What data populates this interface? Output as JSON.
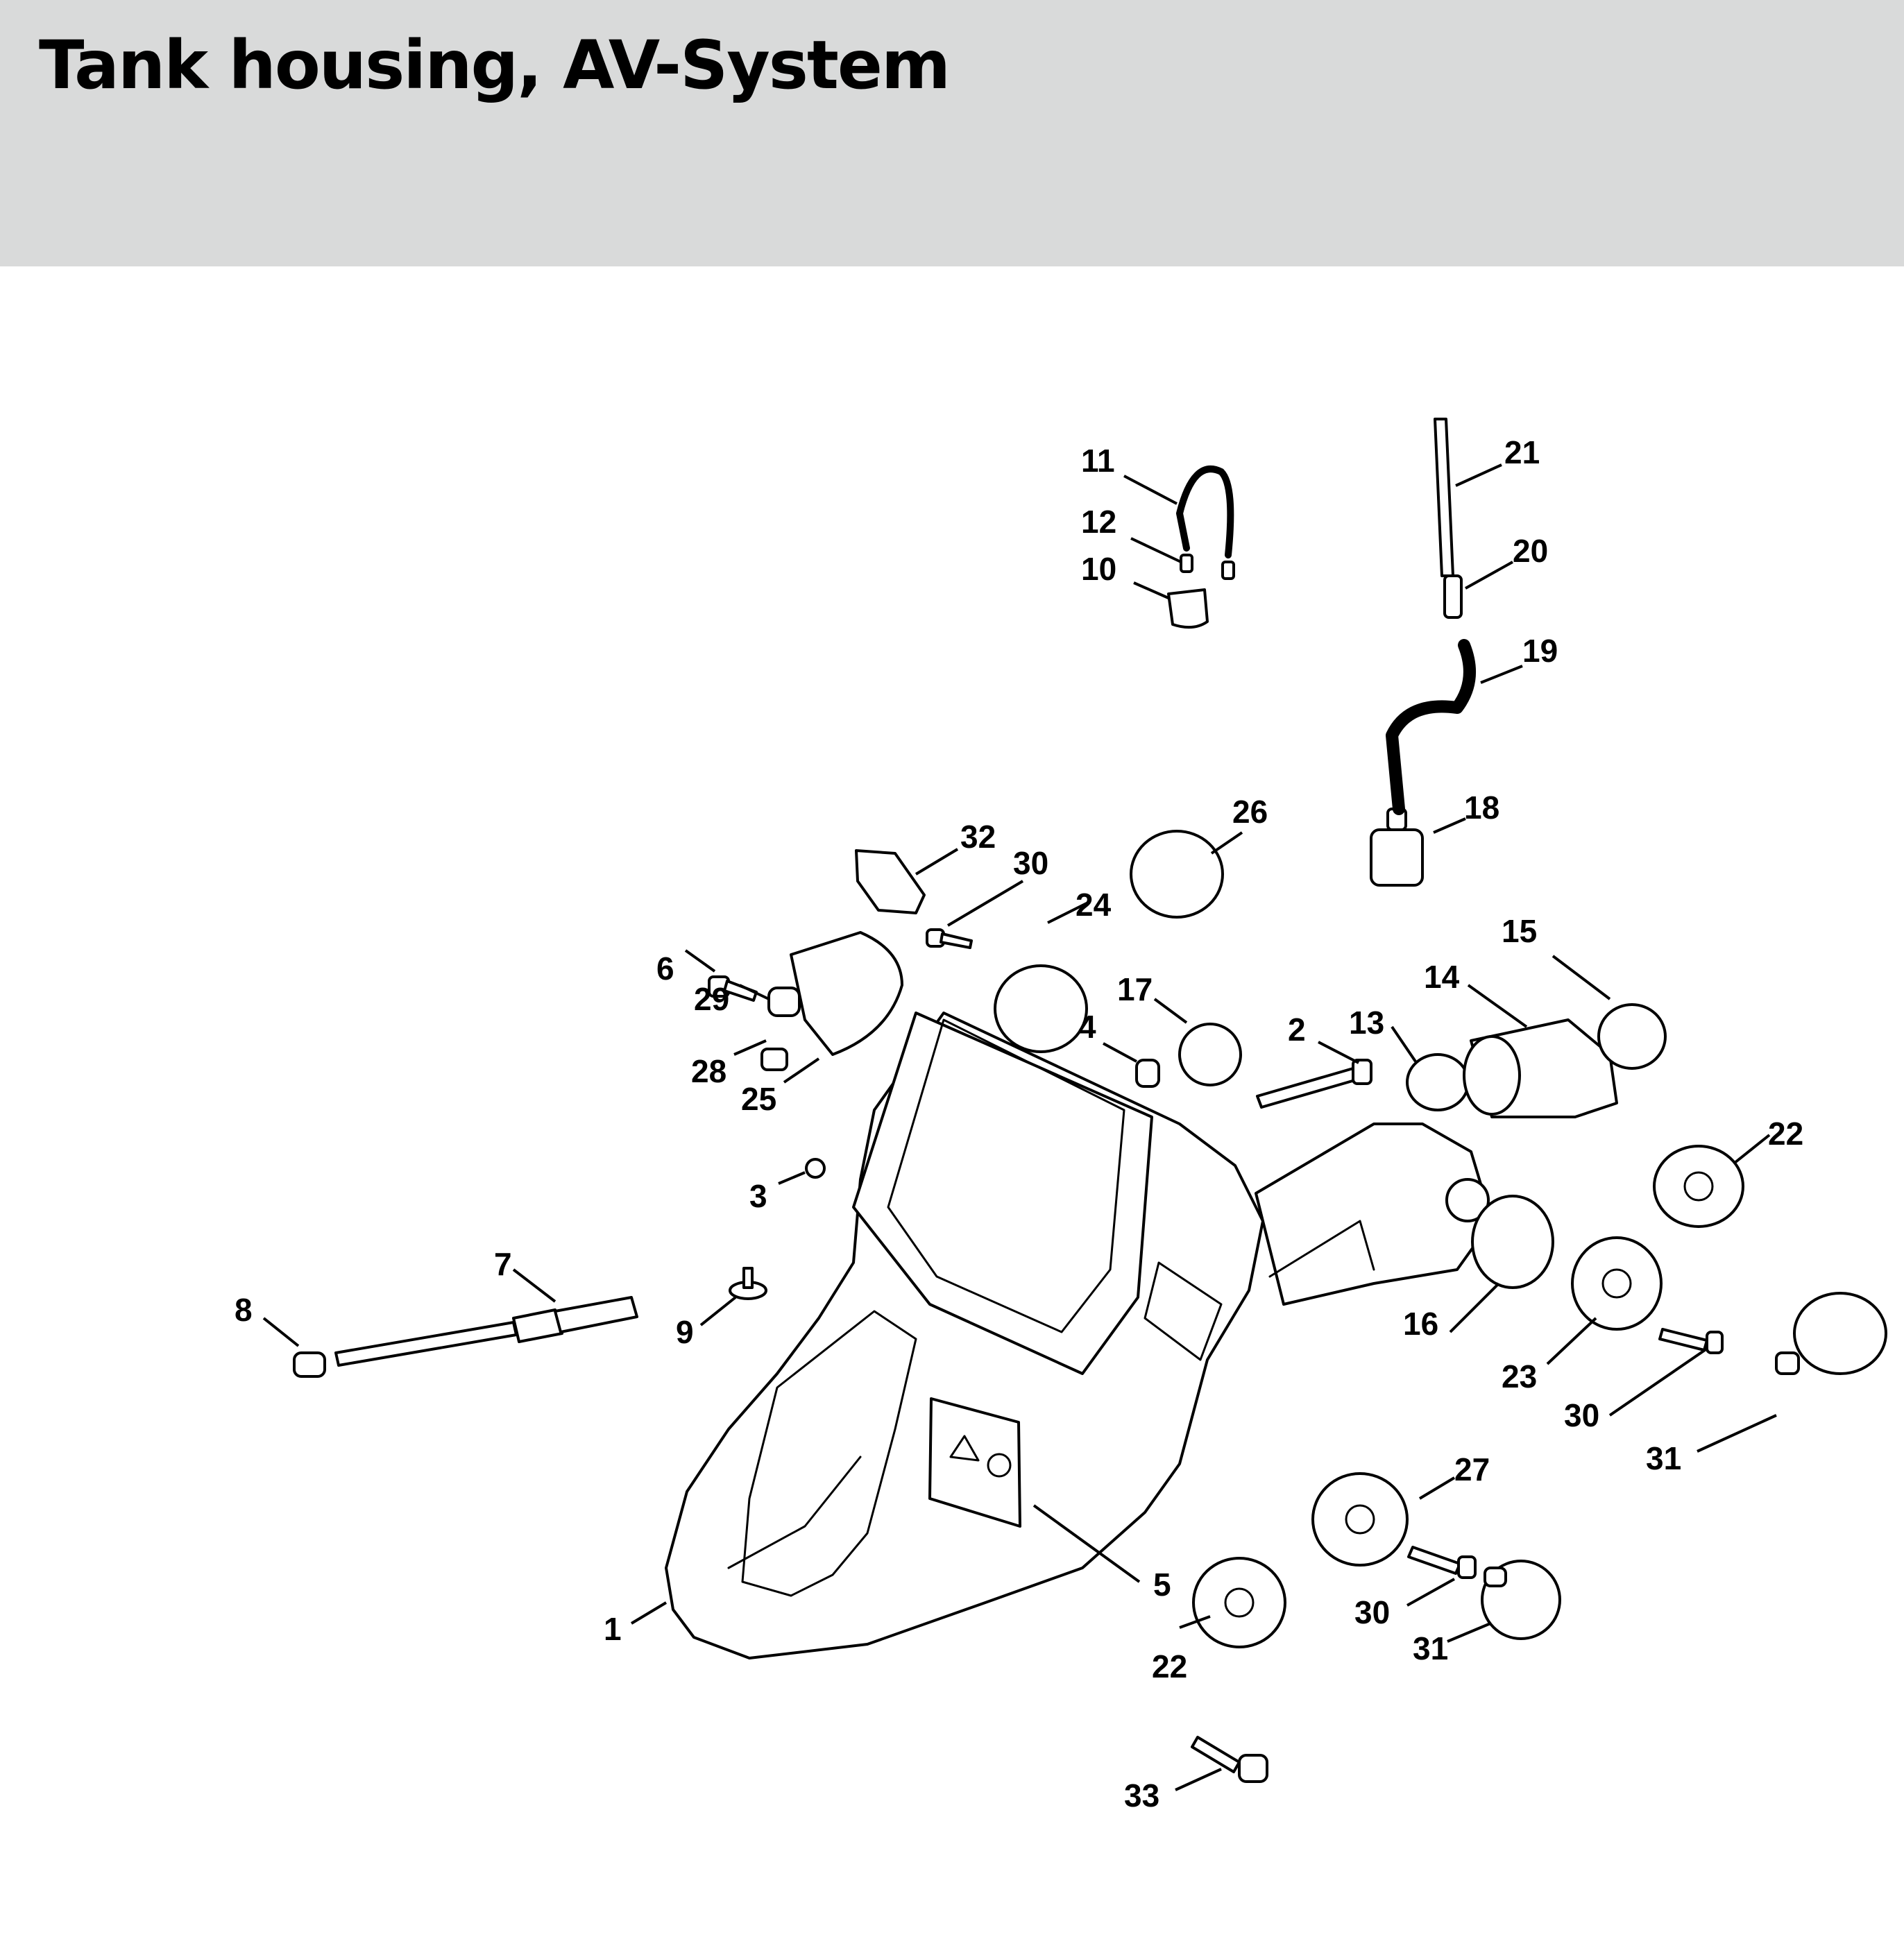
{
  "header": {
    "title": "Tank housing, AV-System",
    "background_color": "#d9dada"
  },
  "callouts": [
    "1",
    "2",
    "3",
    "4",
    "5",
    "6",
    "7",
    "8",
    "9",
    "10",
    "11",
    "12",
    "13",
    "14",
    "15",
    "16",
    "17",
    "18",
    "19",
    "20",
    "21",
    "22",
    "22",
    "23",
    "24",
    "25",
    "26",
    "27",
    "28",
    "29",
    "30",
    "30",
    "30",
    "31",
    "31",
    "32",
    "33"
  ]
}
